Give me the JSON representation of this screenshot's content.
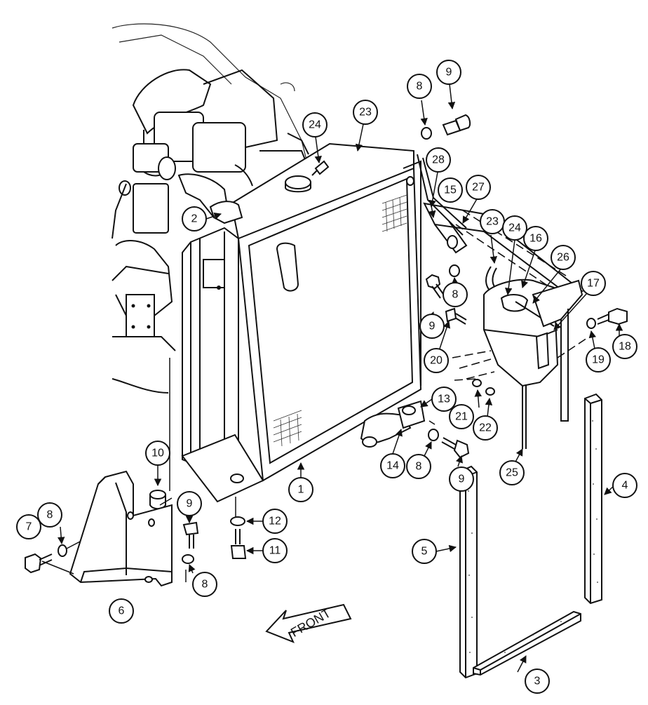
{
  "diagram": {
    "direction_label": "FRONT",
    "callouts": [
      "1",
      "2",
      "3",
      "4",
      "5",
      "6",
      "7",
      "8",
      "9",
      "10",
      "11",
      "12",
      "13",
      "14",
      "15",
      "16",
      "17",
      "18",
      "19",
      "20",
      "21",
      "22",
      "23",
      "24",
      "25",
      "26",
      "27",
      "28"
    ]
  }
}
